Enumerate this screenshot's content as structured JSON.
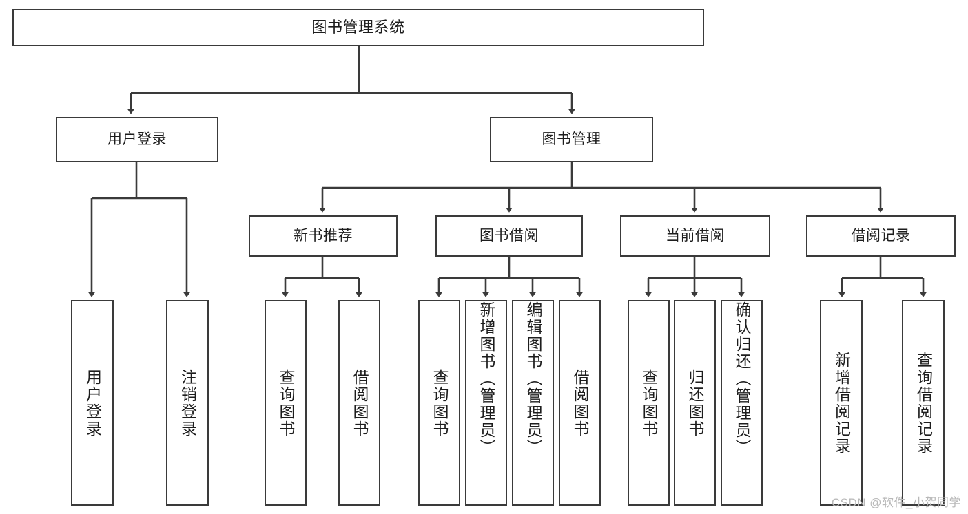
{
  "diagram": {
    "title_text": "图书管理系统",
    "type": "tree-hierarchy-diagram",
    "watermark": "CSDN @软件_小贺同学",
    "colors": {
      "box_border": "#3a3a3a",
      "box_fill": "#ffffff",
      "line": "#3a3a3a",
      "text": "#1d1d1d",
      "watermark": "#b8b8b8",
      "background": "#ffffff"
    },
    "levels": {
      "root": [
        "图书管理系统"
      ],
      "level2": [
        "用户登录",
        "图书管理"
      ],
      "level3": [
        "新书推荐",
        "图书借阅",
        "当前借阅",
        "借阅记录"
      ],
      "leaves": [
        "用户登录",
        "注销登录",
        "查询图书",
        "借阅图书",
        "查询图书",
        "新增图书（管理员）",
        "编辑图书（管理员）",
        "借阅图书",
        "查询图书",
        "归还图书",
        "确认归还（管理员）",
        "新增借阅记录",
        "查询借阅记录"
      ]
    },
    "nodes": {
      "root": {
        "label": "图书管理系统"
      },
      "user_login": {
        "label": "用户登录"
      },
      "book_mgmt": {
        "label": "图书管理"
      },
      "new_book_rec": {
        "label": "新书推荐"
      },
      "book_borrow": {
        "label": "图书借阅"
      },
      "current_borrow": {
        "label": "当前借阅"
      },
      "borrow_record": {
        "label": "借阅记录"
      },
      "leaf_user_login": {
        "label": "用户登录"
      },
      "leaf_logout": {
        "label": "注销登录"
      },
      "leaf_query_book_a": {
        "label": "查询图书"
      },
      "leaf_borrow_book_a": {
        "label": "借阅图书"
      },
      "leaf_query_book_b": {
        "label": "查询图书"
      },
      "leaf_add_book": {
        "label": "新增图书（管理员）"
      },
      "leaf_edit_book": {
        "label": "编辑图书（管理员）"
      },
      "leaf_borrow_book_b": {
        "label": "借阅图书"
      },
      "leaf_query_book_c": {
        "label": "查询图书"
      },
      "leaf_return_book": {
        "label": "归还图书"
      },
      "leaf_confirm_return": {
        "label": "确认归还（管理员）"
      },
      "leaf_add_record": {
        "label": "新增借阅记录"
      },
      "leaf_query_record": {
        "label": "查询借阅记录"
      }
    }
  }
}
